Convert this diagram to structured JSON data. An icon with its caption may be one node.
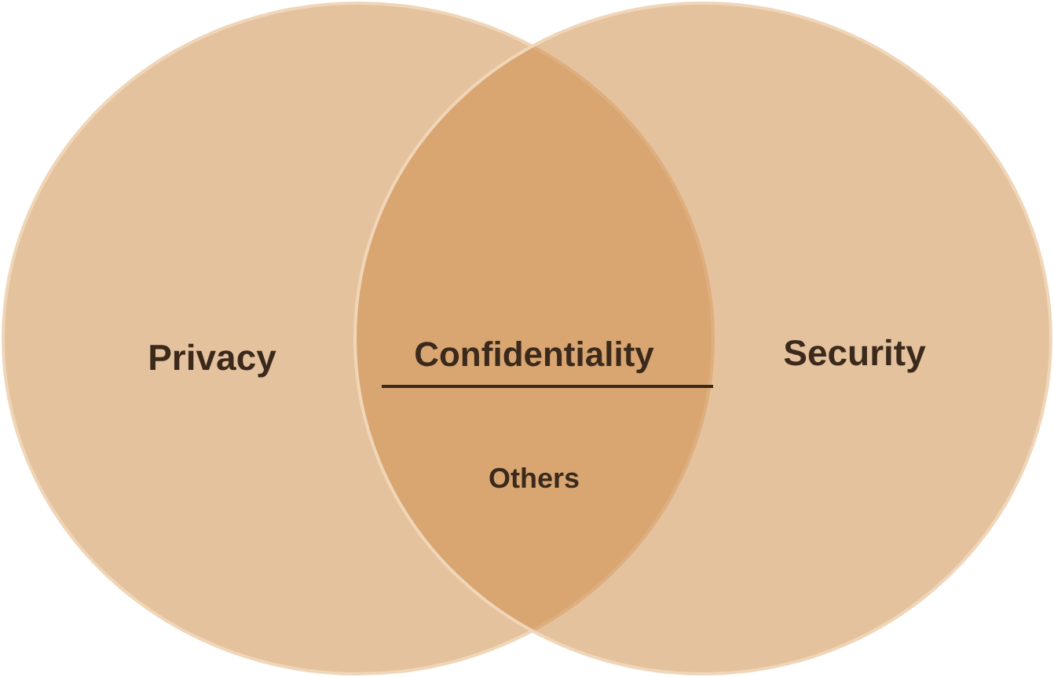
{
  "diagram": {
    "nodes": [
      {
        "text": [
          "Privacy"
        ]
      },
      {
        "text": [
          "Security"
        ]
      }
    ],
    "labels": [
      "Confidentiality",
      "Others"
    ]
  }
}
